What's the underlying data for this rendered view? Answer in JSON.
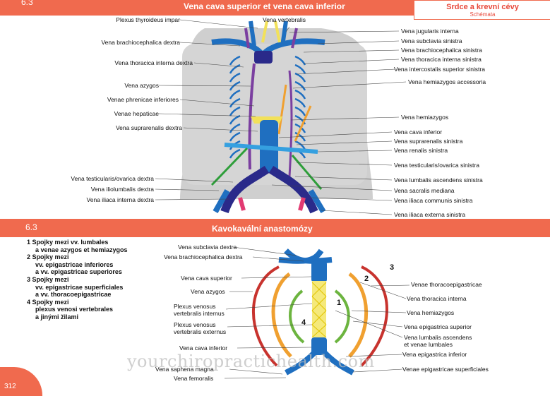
{
  "section_top": {
    "number": "6.3",
    "title": "Vena cava superior et vena cava inferior"
  },
  "chapter_tab": {
    "title": "Srdce a krevní cévy",
    "subtitle": "Schémata"
  },
  "section_bottom": {
    "number": "6.3",
    "title": "Kavokavální anastomózy"
  },
  "top_labels_left": [
    "Plexus thyroideus impar",
    "Vena brachiocephalica dextra",
    "Vena thoracica interna dextra",
    "Vena azygos",
    "Venae phrenicae inferiores",
    "Venae hepaticae",
    "Vena suprarenalis dextra",
    "Vena testicularis/ovarica dextra",
    "Vena iliolumbalis dextra",
    "Vena iliaca interna dextra"
  ],
  "top_label_center": "Vena vertebralis",
  "top_labels_right": [
    "Vena jugularis interna",
    "Vena subclavia sinistra",
    "Vena brachiocephalica sinistra",
    "Vena thoracica interna sinistra",
    "Vena intercostalis superior sinistra",
    "Vena hemiazygos accessoria",
    "Vena hemiazygos",
    "Vena cava inferior",
    "Vena suprarenalis sinistra",
    "Vena renalis sinistra",
    "Vena testicularis/ovarica sinistra",
    "Vena lumbalis ascendens sinistra",
    "Vena sacralis mediana",
    "Vena iliaca communis sinistra",
    "Vena iliaca externa sinistra"
  ],
  "legend": [
    {
      "num": "1",
      "lines": [
        "Spojky mezi vv. lumbales",
        "a venae azygos et hemiazygos"
      ]
    },
    {
      "num": "2",
      "lines": [
        "Spojky mezi",
        "vv. epigastricae inferiores",
        "a vv. epigastricae superiores"
      ]
    },
    {
      "num": "3",
      "lines": [
        "Spojky mezi",
        "vv. epigastricae superficiales",
        "a vv. thoracoepigastricae"
      ]
    },
    {
      "num": "4",
      "lines": [
        "Spojky mezi",
        "plexus venosi vertebrales",
        "a jinými žilami"
      ]
    }
  ],
  "bottom_labels_left": [
    "Vena subclavia dextra",
    "Vena brachiocephalica dextra",
    "Vena cava superior",
    "Vena azygos",
    "Plexus venosus",
    "vertebralis internus",
    "Plexus venosus",
    "vertebralis externus",
    "Vena cava inferior",
    "Vena saphena magna",
    "Vena femoralis"
  ],
  "bottom_labels_right": [
    "Venae thoracoepigastricae",
    "Vena thoracica interna",
    "Vena hemiazygos",
    "Vena epigastrica superior",
    "Vena lumbalis ascendens",
    "et venae lumbales",
    "Vena epigastrica inferior",
    "Venae epigastricae superficiales"
  ],
  "diagram_numbers": [
    "1",
    "2",
    "3",
    "4"
  ],
  "page_number": "312",
  "watermark": "yourchiropractichealth.com",
  "colors": {
    "accent": "#f06a4e",
    "vein_blue": "#1f6fc0",
    "azygos_purple": "#7b3fa0",
    "arrow_red": "#c8332e",
    "arrow_orange": "#f0a030",
    "arrow_green": "#6cb43f",
    "yellow": "#f2e15a"
  }
}
